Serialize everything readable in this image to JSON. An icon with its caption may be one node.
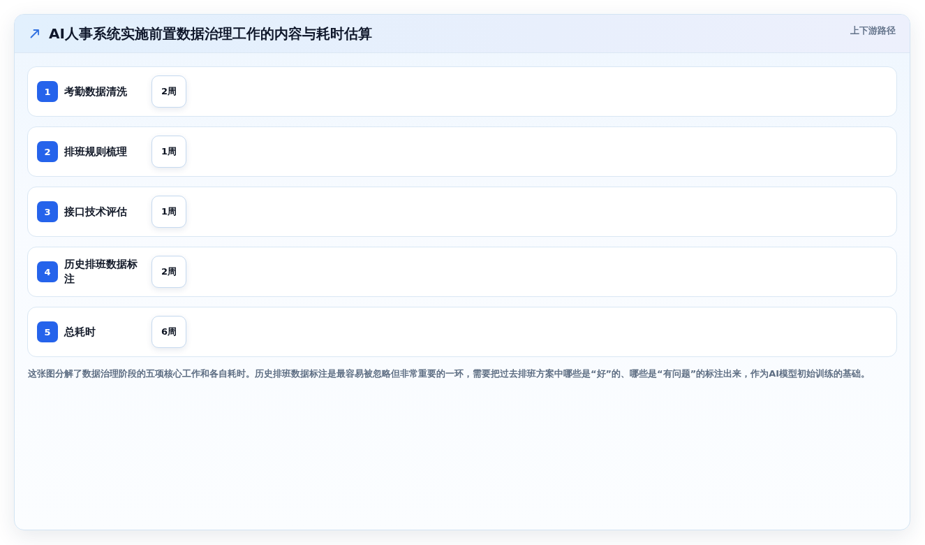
{
  "diagram": {
    "title": "AI人事系统实施前置数据治理工作的内容与耗时估算",
    "nodes": [
      {
        "text": [
          "考勤数据清洗"
        ]
      },
      {
        "text": [
          "1"
        ],
        "in": 0
      },
      {
        "text": [
          "2周"
        ],
        "in": 0
      },
      {
        "text": [
          "排班规则梳理"
        ]
      },
      {
        "text": [
          "2"
        ],
        "in": 3
      },
      {
        "text": [
          "1周"
        ],
        "in": 3
      },
      {
        "text": [
          "接口技术评估"
        ]
      },
      {
        "text": [
          "3"
        ],
        "in": 6
      },
      {
        "text": [
          "1周"
        ],
        "in": 6
      },
      {
        "text": [
          "历史排班数据标注"
        ]
      },
      {
        "text": [
          "4"
        ],
        "in": 9
      },
      {
        "text": [
          "2周"
        ],
        "in": 9
      },
      {
        "text": [
          "总耗时"
        ]
      },
      {
        "text": [
          "5"
        ],
        "in": 12
      },
      {
        "text": [
          "6周"
        ],
        "in": 12
      }
    ],
    "labels": [
      "上下游路径"
    ],
    "caption": "这张图分解了数据治理阶段的五项核心工作和各自耗时。历史排班数据标注是最容易被忽略但非常重要的一环，需要把过去排班方案中哪些是“好”的、哪些是“有问题”的标注出来，作为AI模型初始训练的基础。"
  }
}
